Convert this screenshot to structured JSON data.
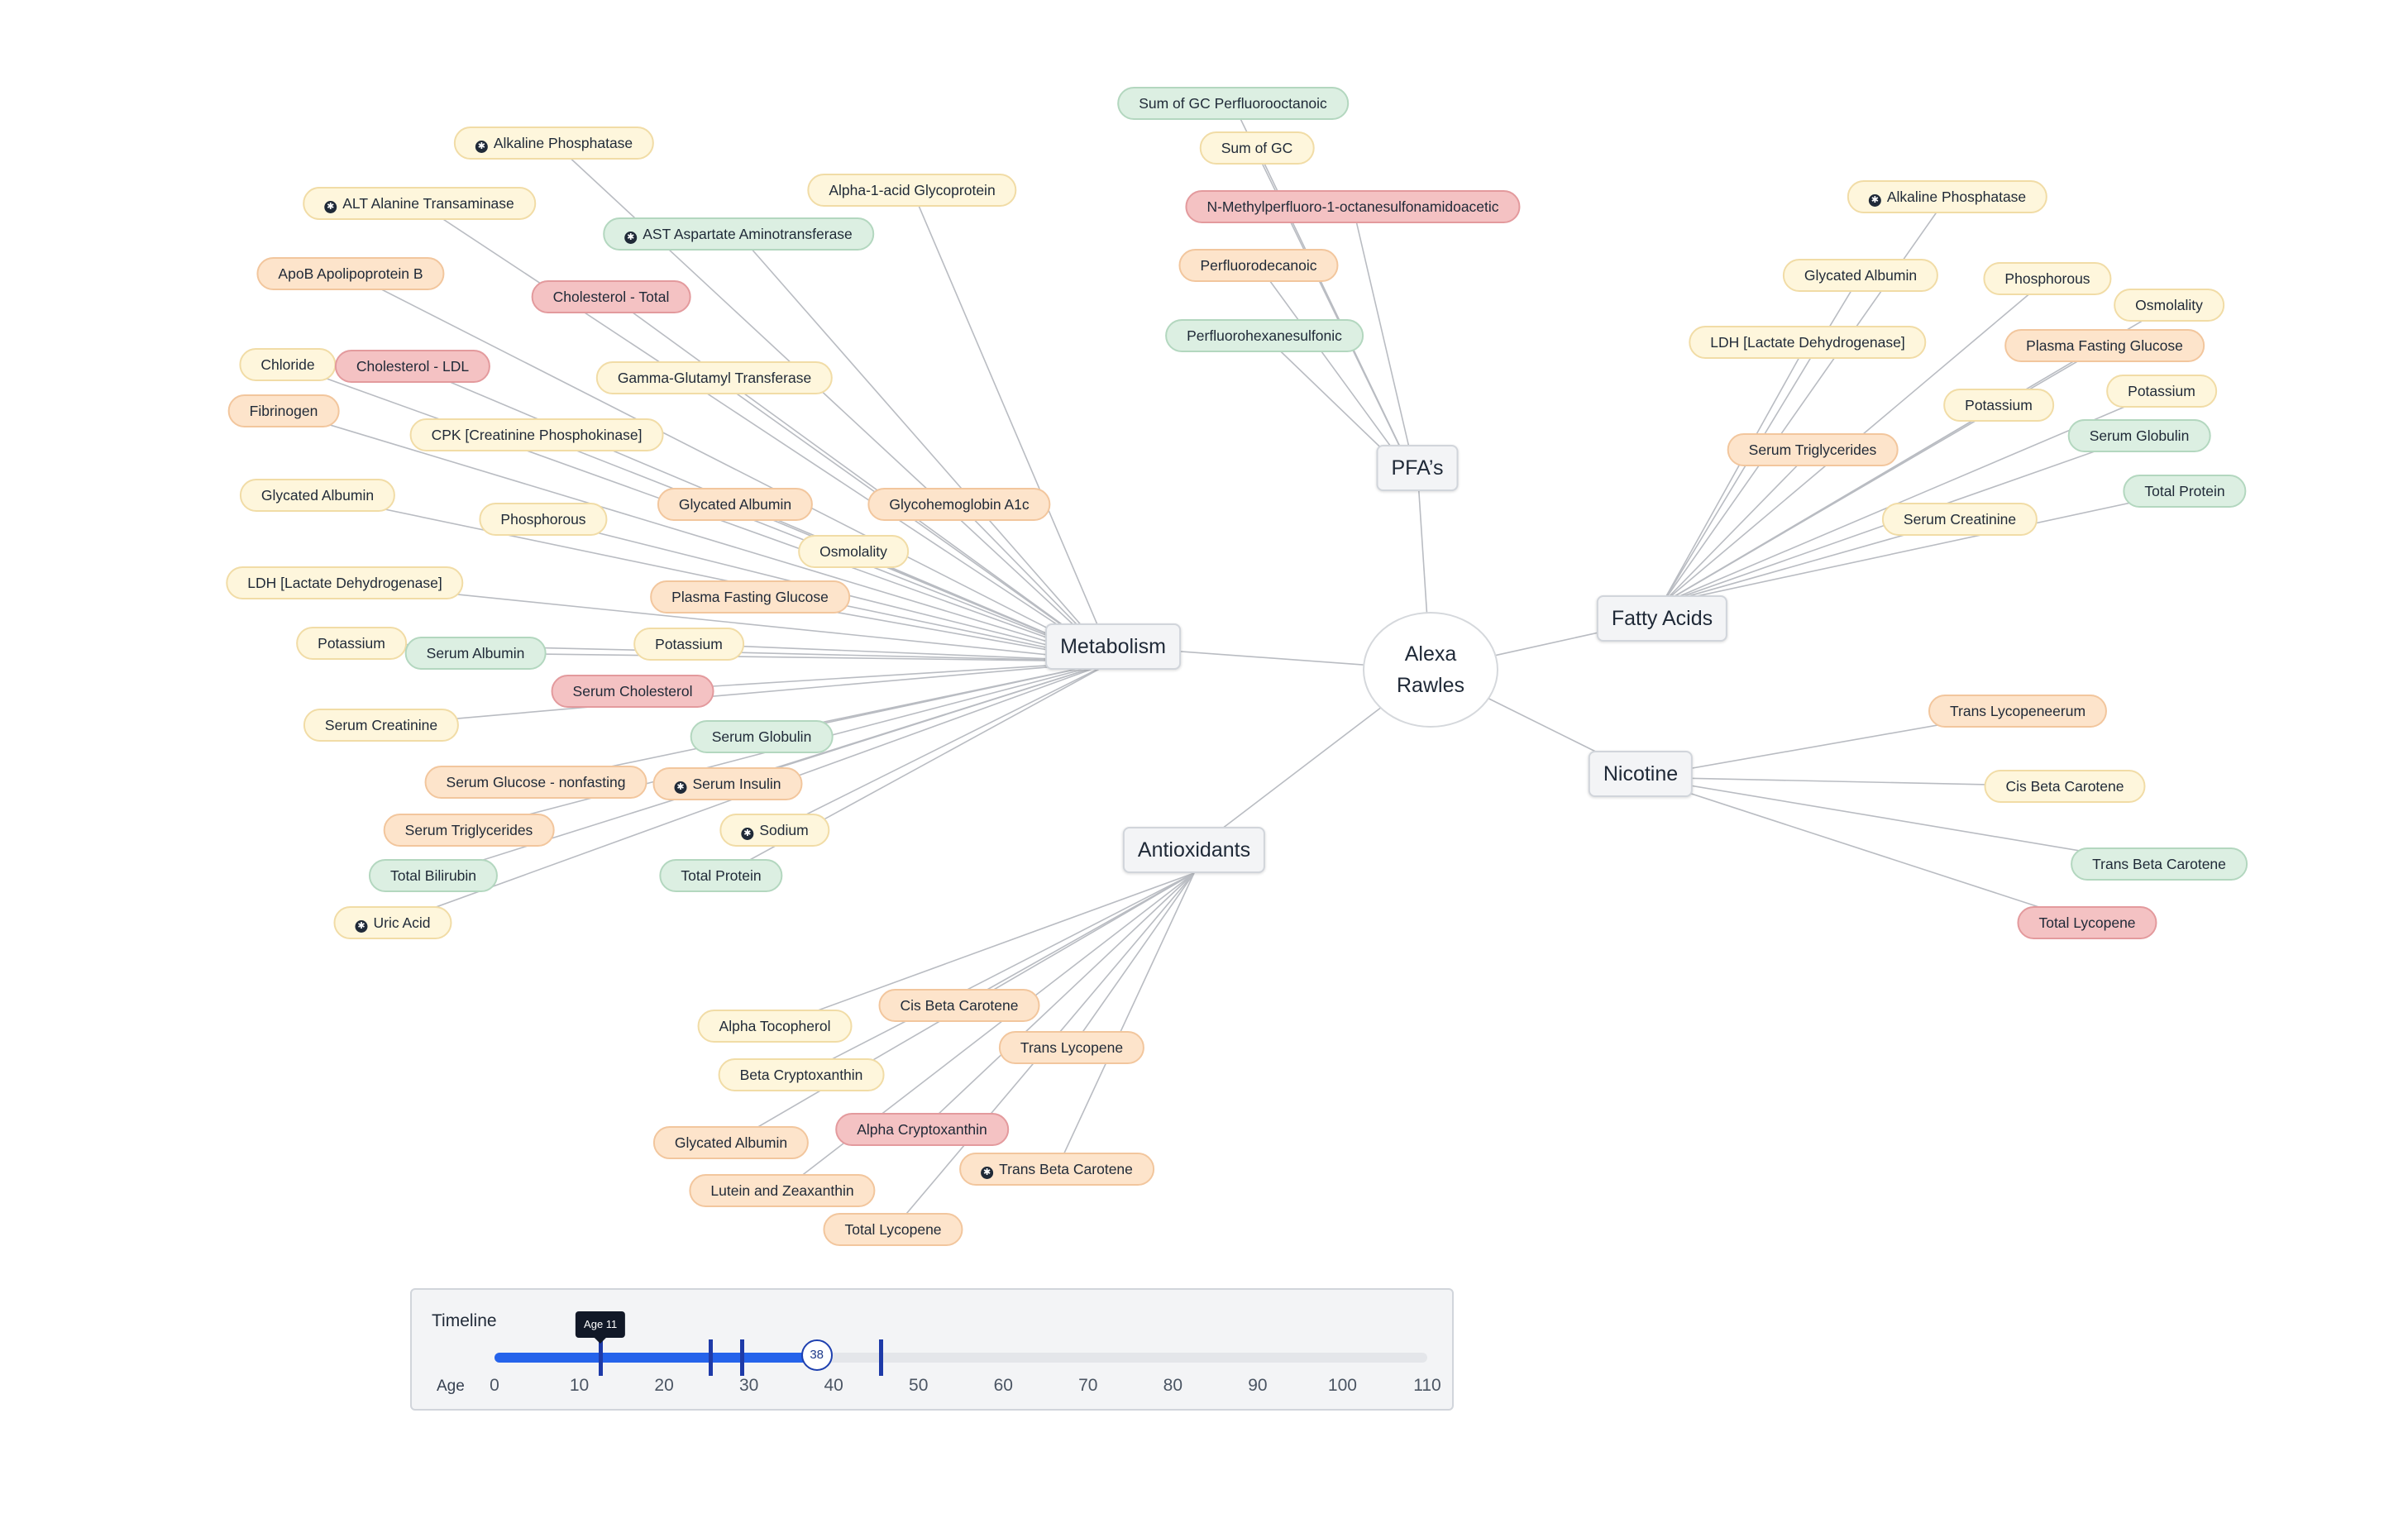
{
  "person": {
    "first": "Alexa",
    "last": "Rawles"
  },
  "categories": [
    {
      "id": "metabolism",
      "label": "Metabolism",
      "items": [
        {
          "label": "Alkaline Phosphatase",
          "color": "yellow",
          "flag": true
        },
        {
          "label": "ALT Alanine Transaminase",
          "color": "yellow",
          "flag": true
        },
        {
          "label": "AST Aspartate Aminotransferase",
          "color": "green",
          "flag": true
        },
        {
          "label": "Alpha-1-acid Glycoprotein",
          "color": "yellow",
          "flag": false
        },
        {
          "label": "ApoB Apolipoprotein B",
          "color": "orange",
          "flag": false
        },
        {
          "label": "Cholesterol - Total",
          "color": "red",
          "flag": false
        },
        {
          "label": "Chloride",
          "color": "yellow",
          "flag": false
        },
        {
          "label": "Cholesterol - LDL",
          "color": "red",
          "flag": false
        },
        {
          "label": "Gamma-Glutamyl Transferase",
          "color": "yellow",
          "flag": false
        },
        {
          "label": "Fibrinogen",
          "color": "orange",
          "flag": false
        },
        {
          "label": "CPK [Creatinine Phosphokinase]",
          "color": "yellow",
          "flag": false
        },
        {
          "label": "Glycated Albumin",
          "color": "yellow",
          "flag": false
        },
        {
          "label": "Phosphorous",
          "color": "yellow",
          "flag": false
        },
        {
          "label": "Glycated Albumin",
          "color": "orange",
          "flag": false
        },
        {
          "label": "Glycohemoglobin A1c",
          "color": "orange",
          "flag": false
        },
        {
          "label": "Osmolality",
          "color": "yellow",
          "flag": false
        },
        {
          "label": "LDH [Lactate Dehydrogenase]",
          "color": "yellow",
          "flag": false
        },
        {
          "label": "Plasma Fasting Glucose",
          "color": "orange",
          "flag": false
        },
        {
          "label": "Potassium",
          "color": "yellow",
          "flag": false
        },
        {
          "label": "Serum Albumin",
          "color": "green",
          "flag": false
        },
        {
          "label": "Potassium",
          "color": "yellow",
          "flag": false
        },
        {
          "label": "Serum Cholesterol",
          "color": "red",
          "flag": false
        },
        {
          "label": "Serum Creatinine",
          "color": "yellow",
          "flag": false
        },
        {
          "label": "Serum Globulin",
          "color": "green",
          "flag": false
        },
        {
          "label": "Serum Glucose - nonfasting",
          "color": "orange",
          "flag": false
        },
        {
          "label": "Serum Insulin",
          "color": "orange",
          "flag": true
        },
        {
          "label": "Serum Triglycerides",
          "color": "orange",
          "flag": false
        },
        {
          "label": "Sodium",
          "color": "yellow",
          "flag": true
        },
        {
          "label": "Total Bilirubin",
          "color": "green",
          "flag": false
        },
        {
          "label": "Total Protein",
          "color": "green",
          "flag": false
        },
        {
          "label": "Uric Acid",
          "color": "yellow",
          "flag": true
        }
      ]
    },
    {
      "id": "pfas",
      "label": "PFA’s",
      "items": [
        {
          "label": "Sum of GC Perfluorooctanoic",
          "color": "green",
          "flag": false
        },
        {
          "label": "Sum of GC",
          "color": "yellow",
          "flag": false
        },
        {
          "label": "N-Methylperfluoro-1-octanesulfonamidoacetic",
          "color": "red",
          "flag": false
        },
        {
          "label": "Perfluorodecanoic",
          "color": "orange",
          "flag": false
        },
        {
          "label": "Perfluorohexanesulfonic",
          "color": "green",
          "flag": false
        }
      ]
    },
    {
      "id": "fatty",
      "label": "Fatty Acids",
      "items": [
        {
          "label": "Alkaline Phosphatase",
          "color": "yellow",
          "flag": true
        },
        {
          "label": "Glycated Albumin",
          "color": "yellow",
          "flag": false
        },
        {
          "label": "Phosphorous",
          "color": "yellow",
          "flag": false
        },
        {
          "label": "Osmolality",
          "color": "yellow",
          "flag": false
        },
        {
          "label": "LDH [Lactate Dehydrogenase]",
          "color": "yellow",
          "flag": false
        },
        {
          "label": "Plasma Fasting Glucose",
          "color": "orange",
          "flag": false
        },
        {
          "label": "Potassium",
          "color": "yellow",
          "flag": false
        },
        {
          "label": "Potassium",
          "color": "yellow",
          "flag": false
        },
        {
          "label": "Serum Triglycerides",
          "color": "orange",
          "flag": false
        },
        {
          "label": "Serum Globulin",
          "color": "green",
          "flag": false
        },
        {
          "label": "Total Protein",
          "color": "green",
          "flag": false
        },
        {
          "label": "Serum Creatinine",
          "color": "yellow",
          "flag": false
        }
      ]
    },
    {
      "id": "nicotine",
      "label": "Nicotine",
      "items": [
        {
          "label": "Trans Lycopeneerum",
          "color": "orange",
          "flag": false
        },
        {
          "label": "Cis Beta Carotene",
          "color": "yellow",
          "flag": false
        },
        {
          "label": "Trans Beta Carotene",
          "color": "green",
          "flag": false
        },
        {
          "label": "Total Lycopene",
          "color": "red",
          "flag": false
        }
      ]
    },
    {
      "id": "antioxidants",
      "label": "Antioxidants",
      "items": [
        {
          "label": "Alpha Tocopherol",
          "color": "yellow",
          "flag": false
        },
        {
          "label": "Cis Beta Carotene",
          "color": "orange",
          "flag": false
        },
        {
          "label": "Beta Cryptoxanthin",
          "color": "yellow",
          "flag": false
        },
        {
          "label": "Trans Lycopene",
          "color": "orange",
          "flag": false
        },
        {
          "label": "Glycated Albumin",
          "color": "orange",
          "flag": false
        },
        {
          "label": "Alpha Cryptoxanthin",
          "color": "red",
          "flag": false
        },
        {
          "label": "Trans Beta Carotene",
          "color": "orange",
          "flag": true
        },
        {
          "label": "Lutein and Zeaxanthin",
          "color": "orange",
          "flag": false
        },
        {
          "label": "Total Lycopene",
          "color": "orange",
          "flag": false
        }
      ]
    }
  ],
  "colors": {
    "yellow": "#fef6dc",
    "orange": "#fde4cb",
    "green": "#dcefe2",
    "red": "#f4c2c3",
    "accent": "#2563eb",
    "accent_dark": "#1e3aa8"
  },
  "flag_icon": "gear-icon",
  "timeline": {
    "title": "Timeline",
    "axis_label": "Age",
    "ticks": [
      0,
      10,
      20,
      30,
      40,
      50,
      60,
      70,
      80,
      90,
      100,
      110
    ],
    "max": 110,
    "current": 38,
    "current_label": "38",
    "markers": [
      12.5,
      25.5,
      29.2,
      45.5
    ],
    "tooltip_age": 12.5,
    "tooltip": "Age 11"
  }
}
